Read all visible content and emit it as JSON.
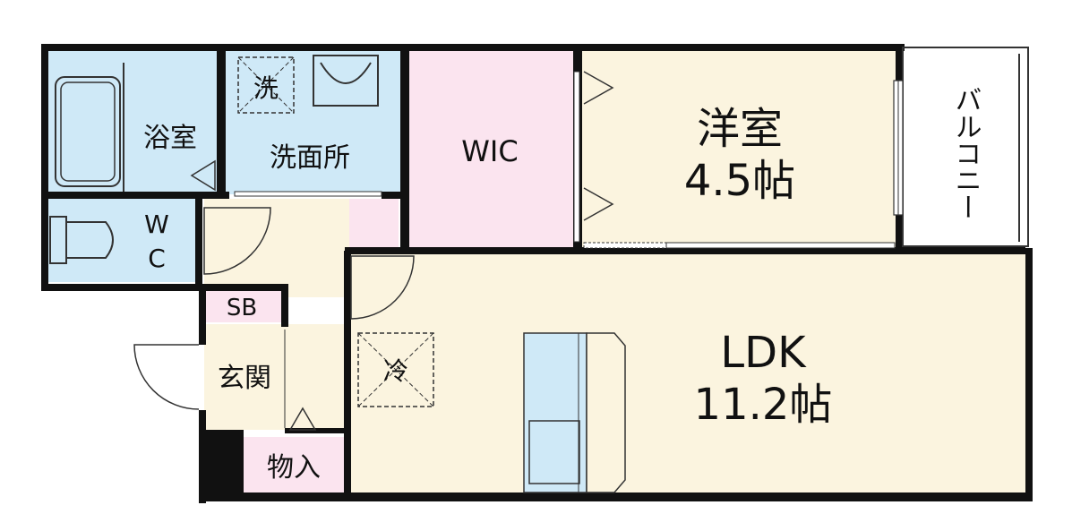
{
  "rooms": {
    "bath": "浴室",
    "washroom": "洗面所",
    "washer": "洗",
    "wc_w": "W",
    "wc_c": "C",
    "wic": "WIC",
    "western_name": "洋室",
    "western_size": "4.5帖",
    "balcony": "バルコニー",
    "sb": "SB",
    "entrance": "玄関",
    "storage": "物入",
    "fridge": "冷",
    "ldk_name": "LDK",
    "ldk_size": "11.2帖"
  },
  "colors": {
    "wet_area": "#cfe9f7",
    "closet": "#fbe4ef",
    "living": "#fbf4df",
    "wall": "#111111",
    "balcony": "#ffffff"
  }
}
